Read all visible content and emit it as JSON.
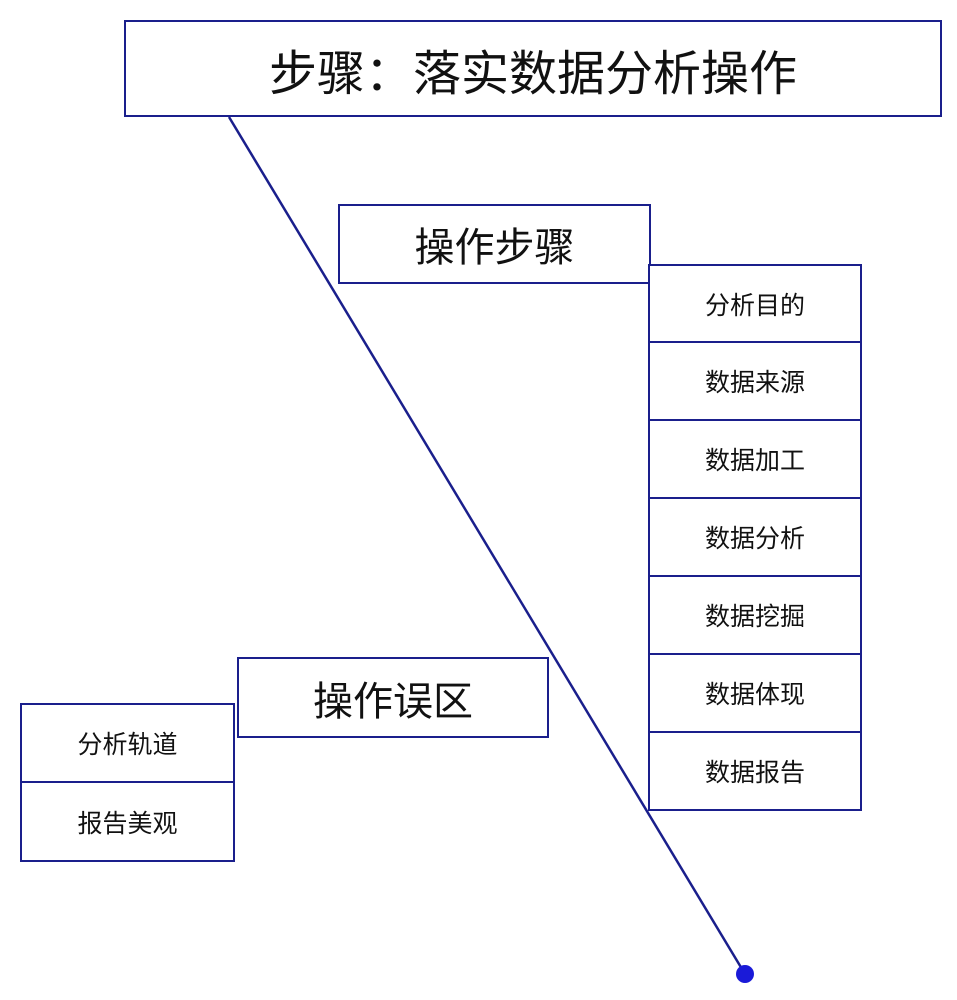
{
  "title": "步骤：落实数据分析操作",
  "steps": {
    "heading": "操作步骤",
    "items": [
      "分析目的",
      "数据来源",
      "数据加工",
      "数据分析",
      "数据挖掘",
      "数据体现",
      "数据报告"
    ]
  },
  "pitfalls": {
    "heading": "操作误区",
    "items": [
      "分析轨道",
      "报告美观"
    ]
  },
  "colors": {
    "line": "#1a1f8c",
    "border": "#1a1f8c",
    "background": "#ffffff"
  }
}
